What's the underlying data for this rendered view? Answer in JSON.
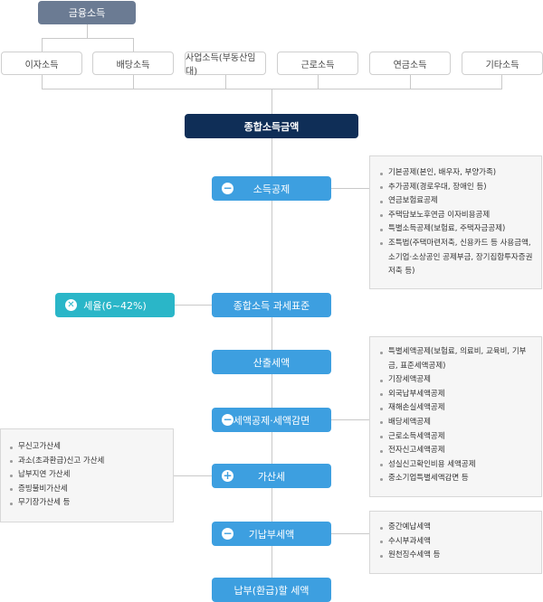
{
  "top": "금융소득",
  "sources": [
    "이자소득",
    "배당소득",
    "사업소득(부동산임대)",
    "근로소득",
    "연금소득",
    "기타소득"
  ],
  "total": "종합소득금액",
  "steps": {
    "deduction": "소득공제",
    "tax_base": "종합소득 과세표준",
    "calculated_tax": "산출세액",
    "tax_credit": "세액공제·세액감면",
    "surcharge": "가산세",
    "prepaid": "기납부세액",
    "payable": "납부(환급)할 세액"
  },
  "icons": {
    "minus": "−",
    "plus": "+",
    "times": "✕"
  },
  "tax_rate": "세율(6~42%)",
  "notes": {
    "deduction": [
      "기본공제(본인, 배우자, 부양가족)",
      "추가공제(경로우대, 장애인 등)",
      "연금보험료공제",
      "주택담보노후연금 이자비용공제",
      "특별소득공제(보험료, 주택자금공제)",
      "조특법(주택마련저축, 신용카드 등 사용금액, 소기업·소상공인 공제부금, 장기집합투자증권저축 등)"
    ],
    "tax_credit": [
      "특별세액공제(보험료, 의료비, 교육비, 기부금, 표준세액공제)",
      "기장세액공제",
      "외국납부세액공제",
      "재해손실세액공제",
      "배당세액공제",
      "근로소득세액공제",
      "전자신고세액공제",
      "성실신고확인비용 세액공제",
      "중소기업특별세액감면 등"
    ],
    "surcharge": [
      "무신고가산세",
      "과소(초과환급)신고 가산세",
      "납부지연 가산세",
      "증빙불비가산세",
      "무기장가산세 등"
    ],
    "prepaid": [
      "중간예납세액",
      "수시부과세액",
      "원천징수세액 등"
    ]
  },
  "colors": {
    "navy": "#0f2e57",
    "blue": "#3d9fe0",
    "teal": "#2ab6c8",
    "slate": "#6b7b93"
  }
}
